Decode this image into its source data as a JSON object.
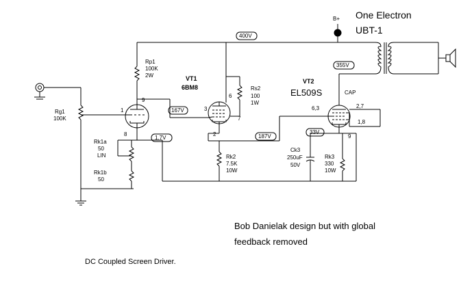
{
  "supply": {
    "bplus": "B+",
    "transformer_l1": "One Electron",
    "transformer_l2": "UBT-1"
  },
  "voltages": {
    "v400": "400V",
    "v355": "355V",
    "v167": "167V",
    "v187": "187V",
    "v1_7": "1.7V",
    "v33": "33V"
  },
  "tubes": {
    "vt1_name": "VT1",
    "vt1_type": "6BM8",
    "vt2_name": "VT2",
    "vt2_type": "EL509S",
    "cap": "CAP"
  },
  "components": {
    "rg1_name": "Rg1",
    "rg1_val": "100K",
    "rp1_name": "Rp1",
    "rp1_val": "100K",
    "rp1_w": "2W",
    "rs2_name": "Rs2",
    "rs2_val": "100",
    "rs2_w": "1W",
    "rk1a_name": "Rk1a",
    "rk1a_val": "50",
    "rk1a_type": "LIN",
    "rk1b_name": "Rk1b",
    "rk1b_val": "50",
    "rk2_name": "Rk2",
    "rk2_val": "7.5K",
    "rk2_w": "10W",
    "ck3_name": "Ck3",
    "ck3_val": "250uF",
    "ck3_v": "50V",
    "rk3_name": "Rk3",
    "rk3_val": "330",
    "rk3_w": "10W"
  },
  "pins": {
    "p9a": "9",
    "p1": "1",
    "p8": "8",
    "p6": "6",
    "p3": "3",
    "p7": "7",
    "p2": "2",
    "p63": "6,3",
    "p27": "2,7",
    "p18": "1,8",
    "p9b": "9"
  },
  "notes": {
    "credit_l1": "Bob Danielak design but with global",
    "credit_l2": "feedback removed",
    "caption": "DC Coupled Screen Driver."
  }
}
